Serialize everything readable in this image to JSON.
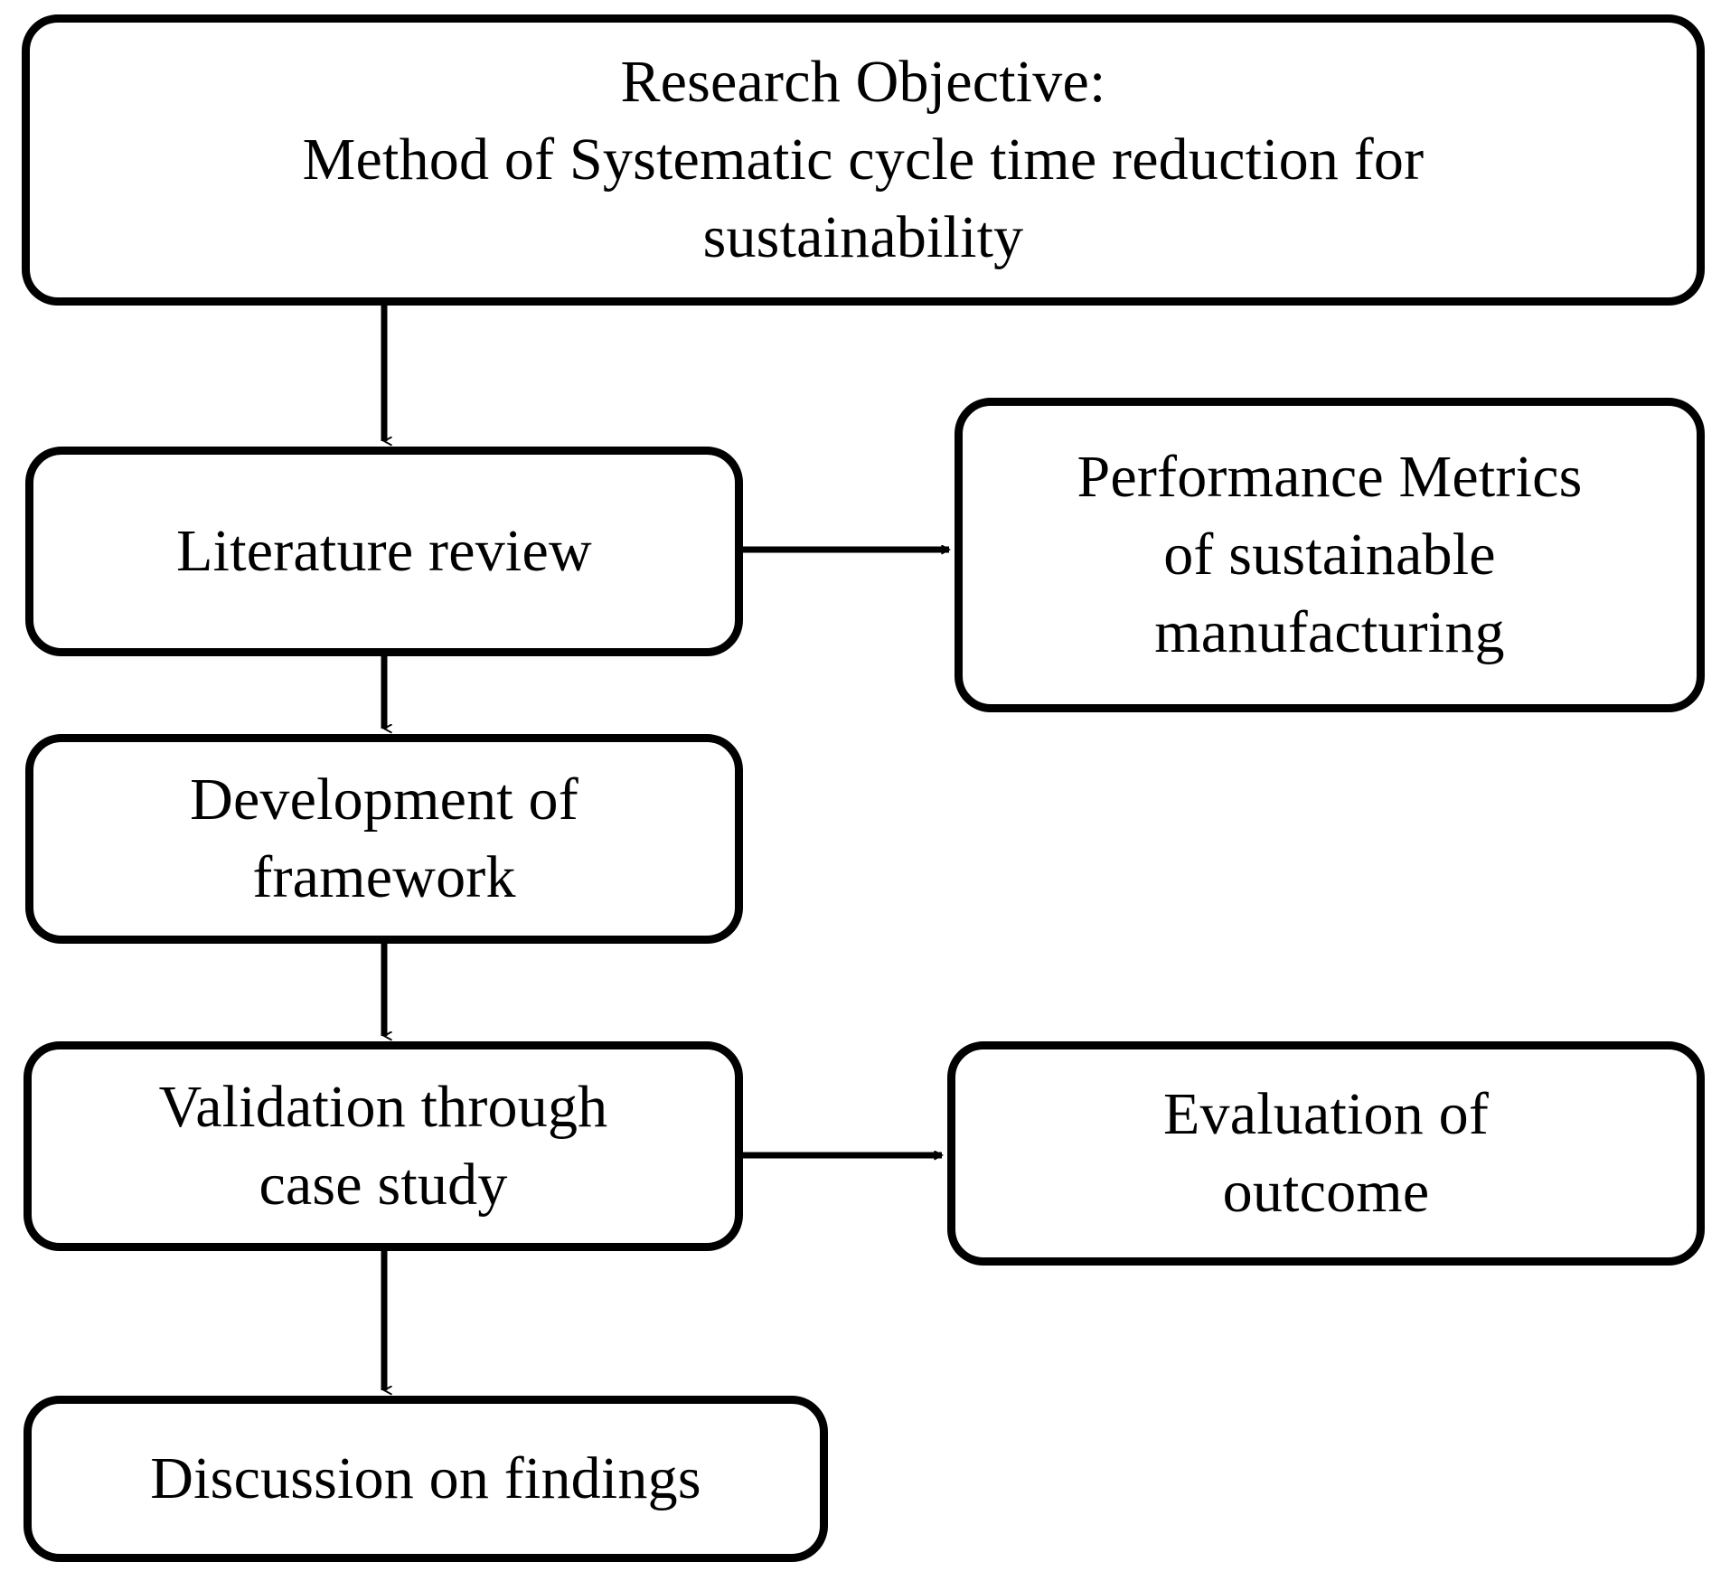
{
  "diagram": {
    "title": "Research methodology flowchart",
    "style": {
      "stroke_color": "#000000",
      "fill_color": "#ffffff",
      "background": "#ffffff"
    },
    "nodes": [
      {
        "id": "research-objective",
        "label": "Research Objective:\nMethod of Systematic cycle time reduction for\nsustainability"
      },
      {
        "id": "literature-review",
        "label": "Literature review"
      },
      {
        "id": "performance-metrics",
        "label": "Performance Metrics\nof sustainable\nmanufacturing"
      },
      {
        "id": "development",
        "label": "Development of\nframework"
      },
      {
        "id": "validation",
        "label": "Validation through\ncase study"
      },
      {
        "id": "evaluation",
        "label": "Evaluation of\noutcome"
      },
      {
        "id": "discussion",
        "label": "Discussion on findings"
      }
    ],
    "edges": [
      {
        "id": "edge-objective-to-literature",
        "from": "research-objective",
        "to": "literature-review",
        "direction": "down"
      },
      {
        "id": "edge-literature-to-metrics",
        "from": "literature-review",
        "to": "performance-metrics",
        "direction": "right"
      },
      {
        "id": "edge-literature-to-development",
        "from": "literature-review",
        "to": "development",
        "direction": "down"
      },
      {
        "id": "edge-development-to-validation",
        "from": "development",
        "to": "validation",
        "direction": "down"
      },
      {
        "id": "edge-validation-to-evaluation",
        "from": "validation",
        "to": "evaluation",
        "direction": "right"
      },
      {
        "id": "edge-validation-to-discussion",
        "from": "validation",
        "to": "discussion",
        "direction": "down"
      }
    ]
  }
}
